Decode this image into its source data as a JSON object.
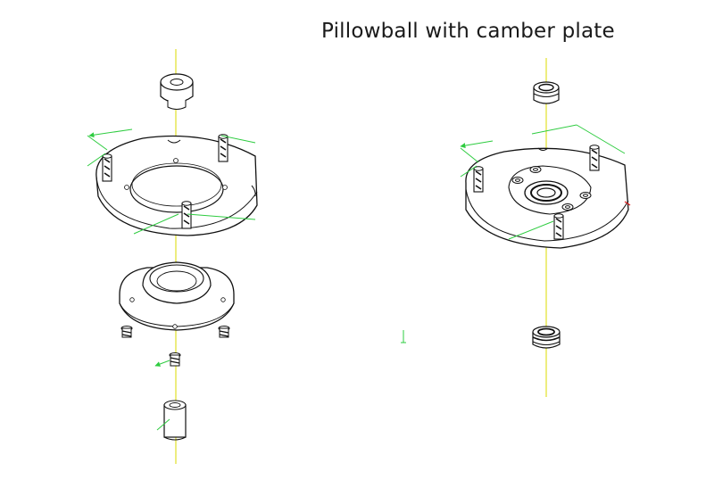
{
  "diagram": {
    "title": "Pillowball with camber plate",
    "colors": {
      "axis": "#e3e33a",
      "dimension": "#2ecc40",
      "line": "#111111",
      "fill": "#ffffff",
      "accent_red": "#e02020"
    },
    "assemblies": [
      {
        "id": "left-assembly",
        "parts": [
          "top-bushing",
          "top-plate",
          "stud",
          "stud",
          "stud",
          "strut-mount",
          "bolt",
          "bolt",
          "bolt",
          "sleeve"
        ]
      },
      {
        "id": "right-assembly",
        "parts": [
          "top-bushing",
          "camber-plate",
          "pillowball-bearing",
          "stud",
          "stud",
          "stud",
          "bottom-bushing"
        ]
      }
    ]
  }
}
